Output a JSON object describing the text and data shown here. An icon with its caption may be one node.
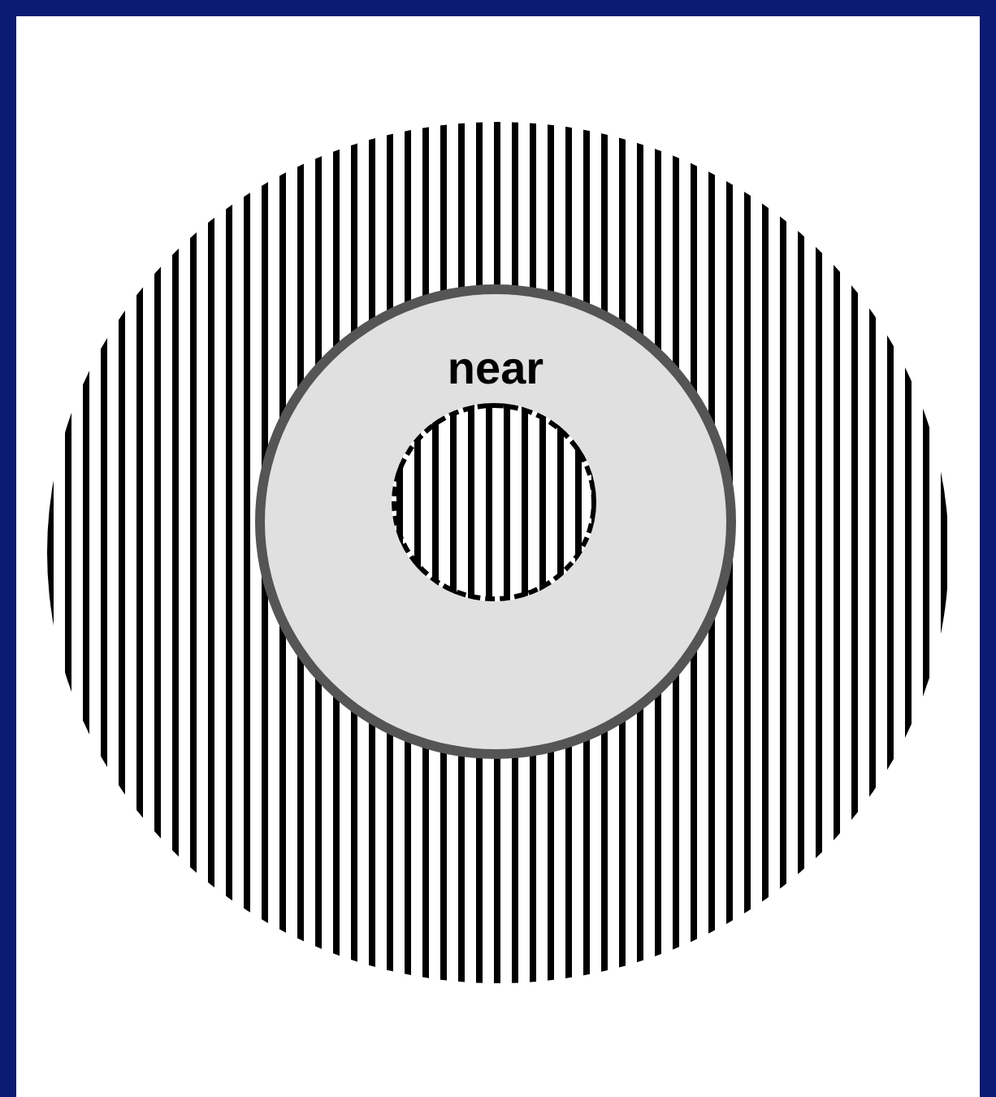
{
  "diagram": {
    "nodes": [
      {
        "text": [],
        "shape": "circle"
      },
      {
        "text": [
          "near"
        ],
        "in": 0
      },
      {
        "text": [],
        "shape": "circle",
        "in": 1
      }
    ]
  }
}
